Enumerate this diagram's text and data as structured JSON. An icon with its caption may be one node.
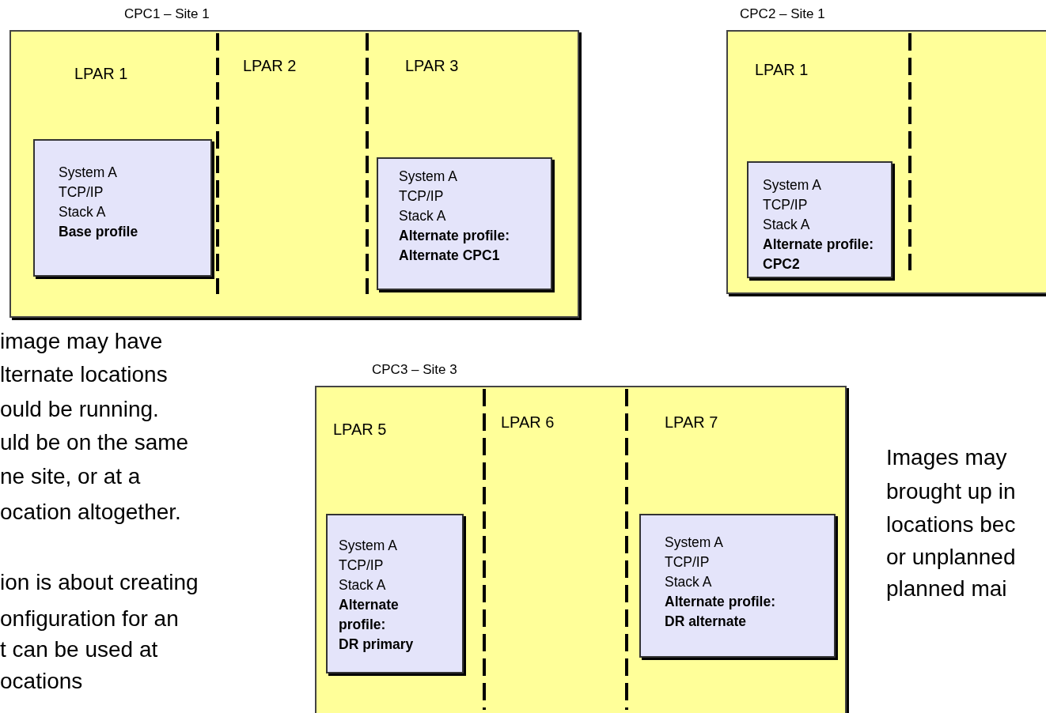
{
  "diagram": {
    "nodes": [
      {
        "text": [
          "CPC1 – Site 1"
        ]
      },
      {
        "text": [
          "LPAR 1"
        ],
        "in": 0
      },
      {
        "text": [
          "LPAR 2"
        ],
        "in": 0
      },
      {
        "text": [
          "LPAR 3"
        ],
        "in": 0
      },
      {
        "text": [
          "System A",
          "TCP/IP",
          "Stack A",
          "**Base profile**"
        ],
        "in": 1
      },
      {
        "text": [
          "System A",
          "TCP/IP",
          "Stack A",
          "**Alternate profile:**",
          "**Alternate CPC1**"
        ],
        "in": 3
      },
      {
        "text": [
          "CPC2 – Site 1"
        ]
      },
      {
        "text": [
          "LPAR 1"
        ],
        "in": 6
      },
      {
        "text": [
          "System A",
          "TCP/IP",
          "Stack A",
          "**Alternate profile:**",
          "**CPC2**"
        ],
        "in": 7
      },
      {
        "text": [
          "CPC3 – Site 3"
        ]
      },
      {
        "text": [
          "LPAR 5"
        ],
        "in": 9
      },
      {
        "text": [
          "LPAR 6"
        ],
        "in": 9
      },
      {
        "text": [
          "LPAR 7"
        ],
        "in": 9
      },
      {
        "text": [
          "System A",
          "TCP/IP",
          "Stack A",
          "**Alternate**",
          "**profile:**",
          "**DR primary**"
        ],
        "in": 10
      },
      {
        "text": [
          "System A",
          "TCP/IP",
          "Stack A",
          "**Alternate profile:**",
          "**DR alternate**"
        ],
        "in": 12
      }
    ],
    "labels": [
      "image may have",
      "lternate locations",
      "ould be running.",
      "uld be on the same",
      "ne site, or at a",
      "ocation altogether.",
      "ion is about creating",
      "onfiguration for an",
      "t can be used at",
      "ocations",
      "Images may",
      "brought up in",
      "locations bec",
      "or unplanned",
      "planned mai"
    ]
  }
}
